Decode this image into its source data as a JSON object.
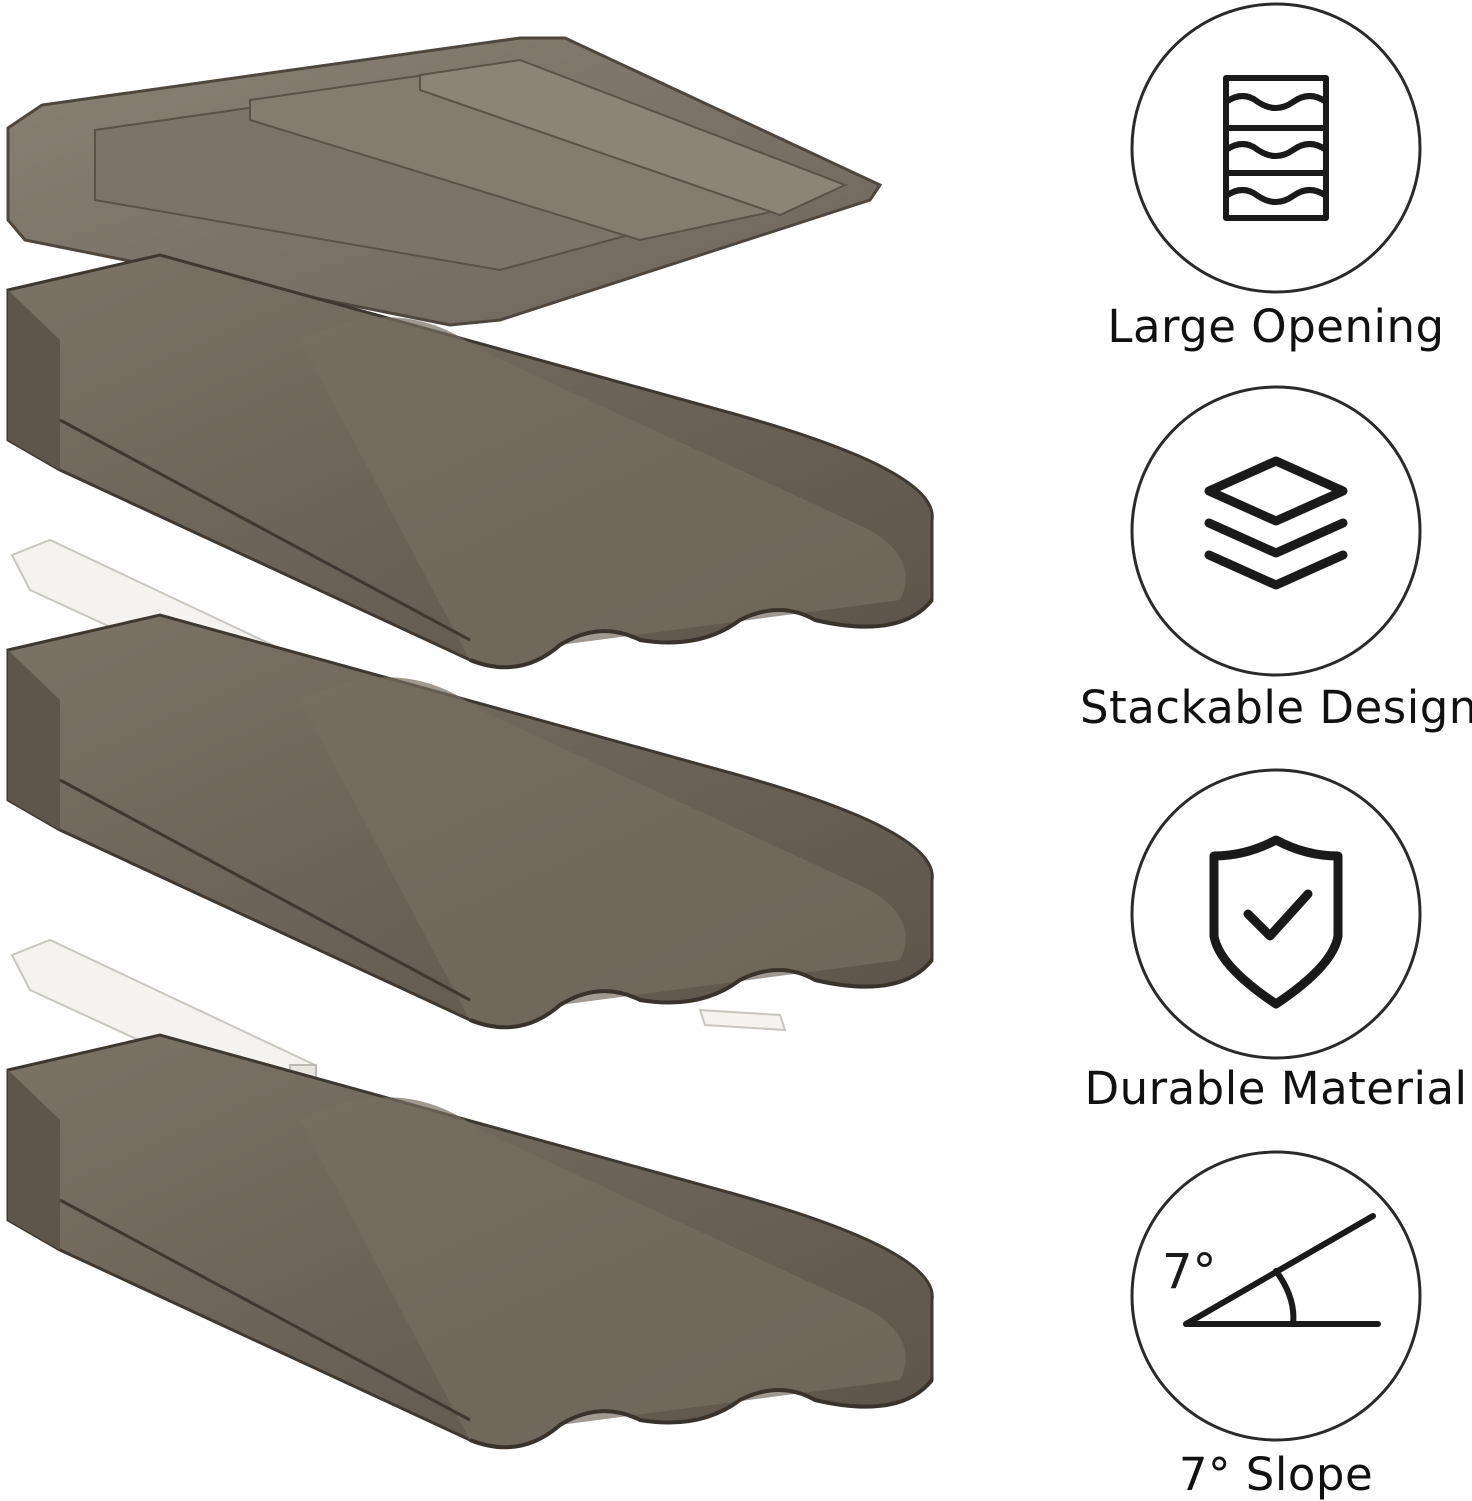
{
  "colors": {
    "tray_fill": "#6b6257",
    "tray_dark": "#4a4239",
    "tray_light": "#8c8378",
    "clip": "#f4f3f0",
    "icon_stroke": "#1a1a1a",
    "circle_stroke": "#2a2a2a",
    "label": "#111111"
  },
  "features": [
    {
      "label": "Large Opening",
      "icon": "wavy-layers-icon"
    },
    {
      "label": "Stackable Design",
      "icon": "stacked-layers-icon"
    },
    {
      "label": "Durable Material",
      "icon": "shield-check-icon"
    },
    {
      "label": "7° Slope",
      "icon": "slope-angle-icon",
      "icon_text": "7°"
    }
  ]
}
